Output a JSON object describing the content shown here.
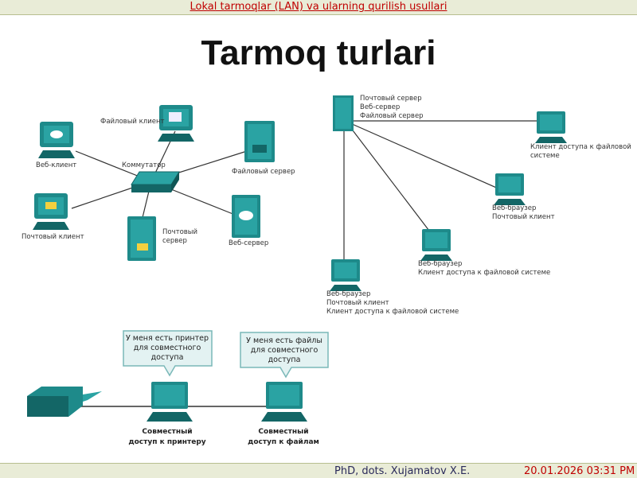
{
  "header": {
    "title": "Lokal tarmoqlar (LAN) va ularning qurilish usullari"
  },
  "slide": {
    "title": "Tarmoq turlari"
  },
  "diagram_left": {
    "file_client": "Файловый клиент",
    "web_client": "Веб-клиент",
    "switch": "Коммутатор",
    "file_server": "Файловый сервер",
    "mail_client": "Почтовый клиент",
    "mail_server_1": "Почтовый",
    "mail_server_2": "сервер",
    "web_server": "Веб-сервер"
  },
  "diagram_right": {
    "server_1": "Почтовый сервер",
    "server_2": "Веб-сервер",
    "server_3": "Файловый сервер",
    "pc1_1": "Клиент доступа к файловой",
    "pc1_2": "системе",
    "pc2_1": "Веб-браузер",
    "pc2_2": "Почтовый клиент",
    "pc3_1": "Веб-браузер",
    "pc3_2": "Клиент доступа к файловой системе",
    "pc4_1": "Веб-браузер",
    "pc4_2": "Почтовый клиент",
    "pc4_3": "Клиент доступа к файловой системе"
  },
  "diagram_bottom": {
    "bubble1_1": "У меня есть принтер",
    "bubble1_2": "для совместного",
    "bubble1_3": "доступа",
    "bubble2_1": "У меня есть файлы",
    "bubble2_2": "для совместного",
    "bubble2_3": "доступа",
    "pc1_1": "Совместный",
    "pc1_2": "доступ к принтеру",
    "pc2_1": "Совместный",
    "pc2_2": "доступ к файлам"
  },
  "footer": {
    "author": "PhD, dots. Xujamatov X.E.",
    "date": "20.01.2026 03:31 PM"
  },
  "colors": {
    "device": "#1e8a8a",
    "device_dark": "#136666",
    "line": "#333333",
    "accent": "#c00000"
  }
}
